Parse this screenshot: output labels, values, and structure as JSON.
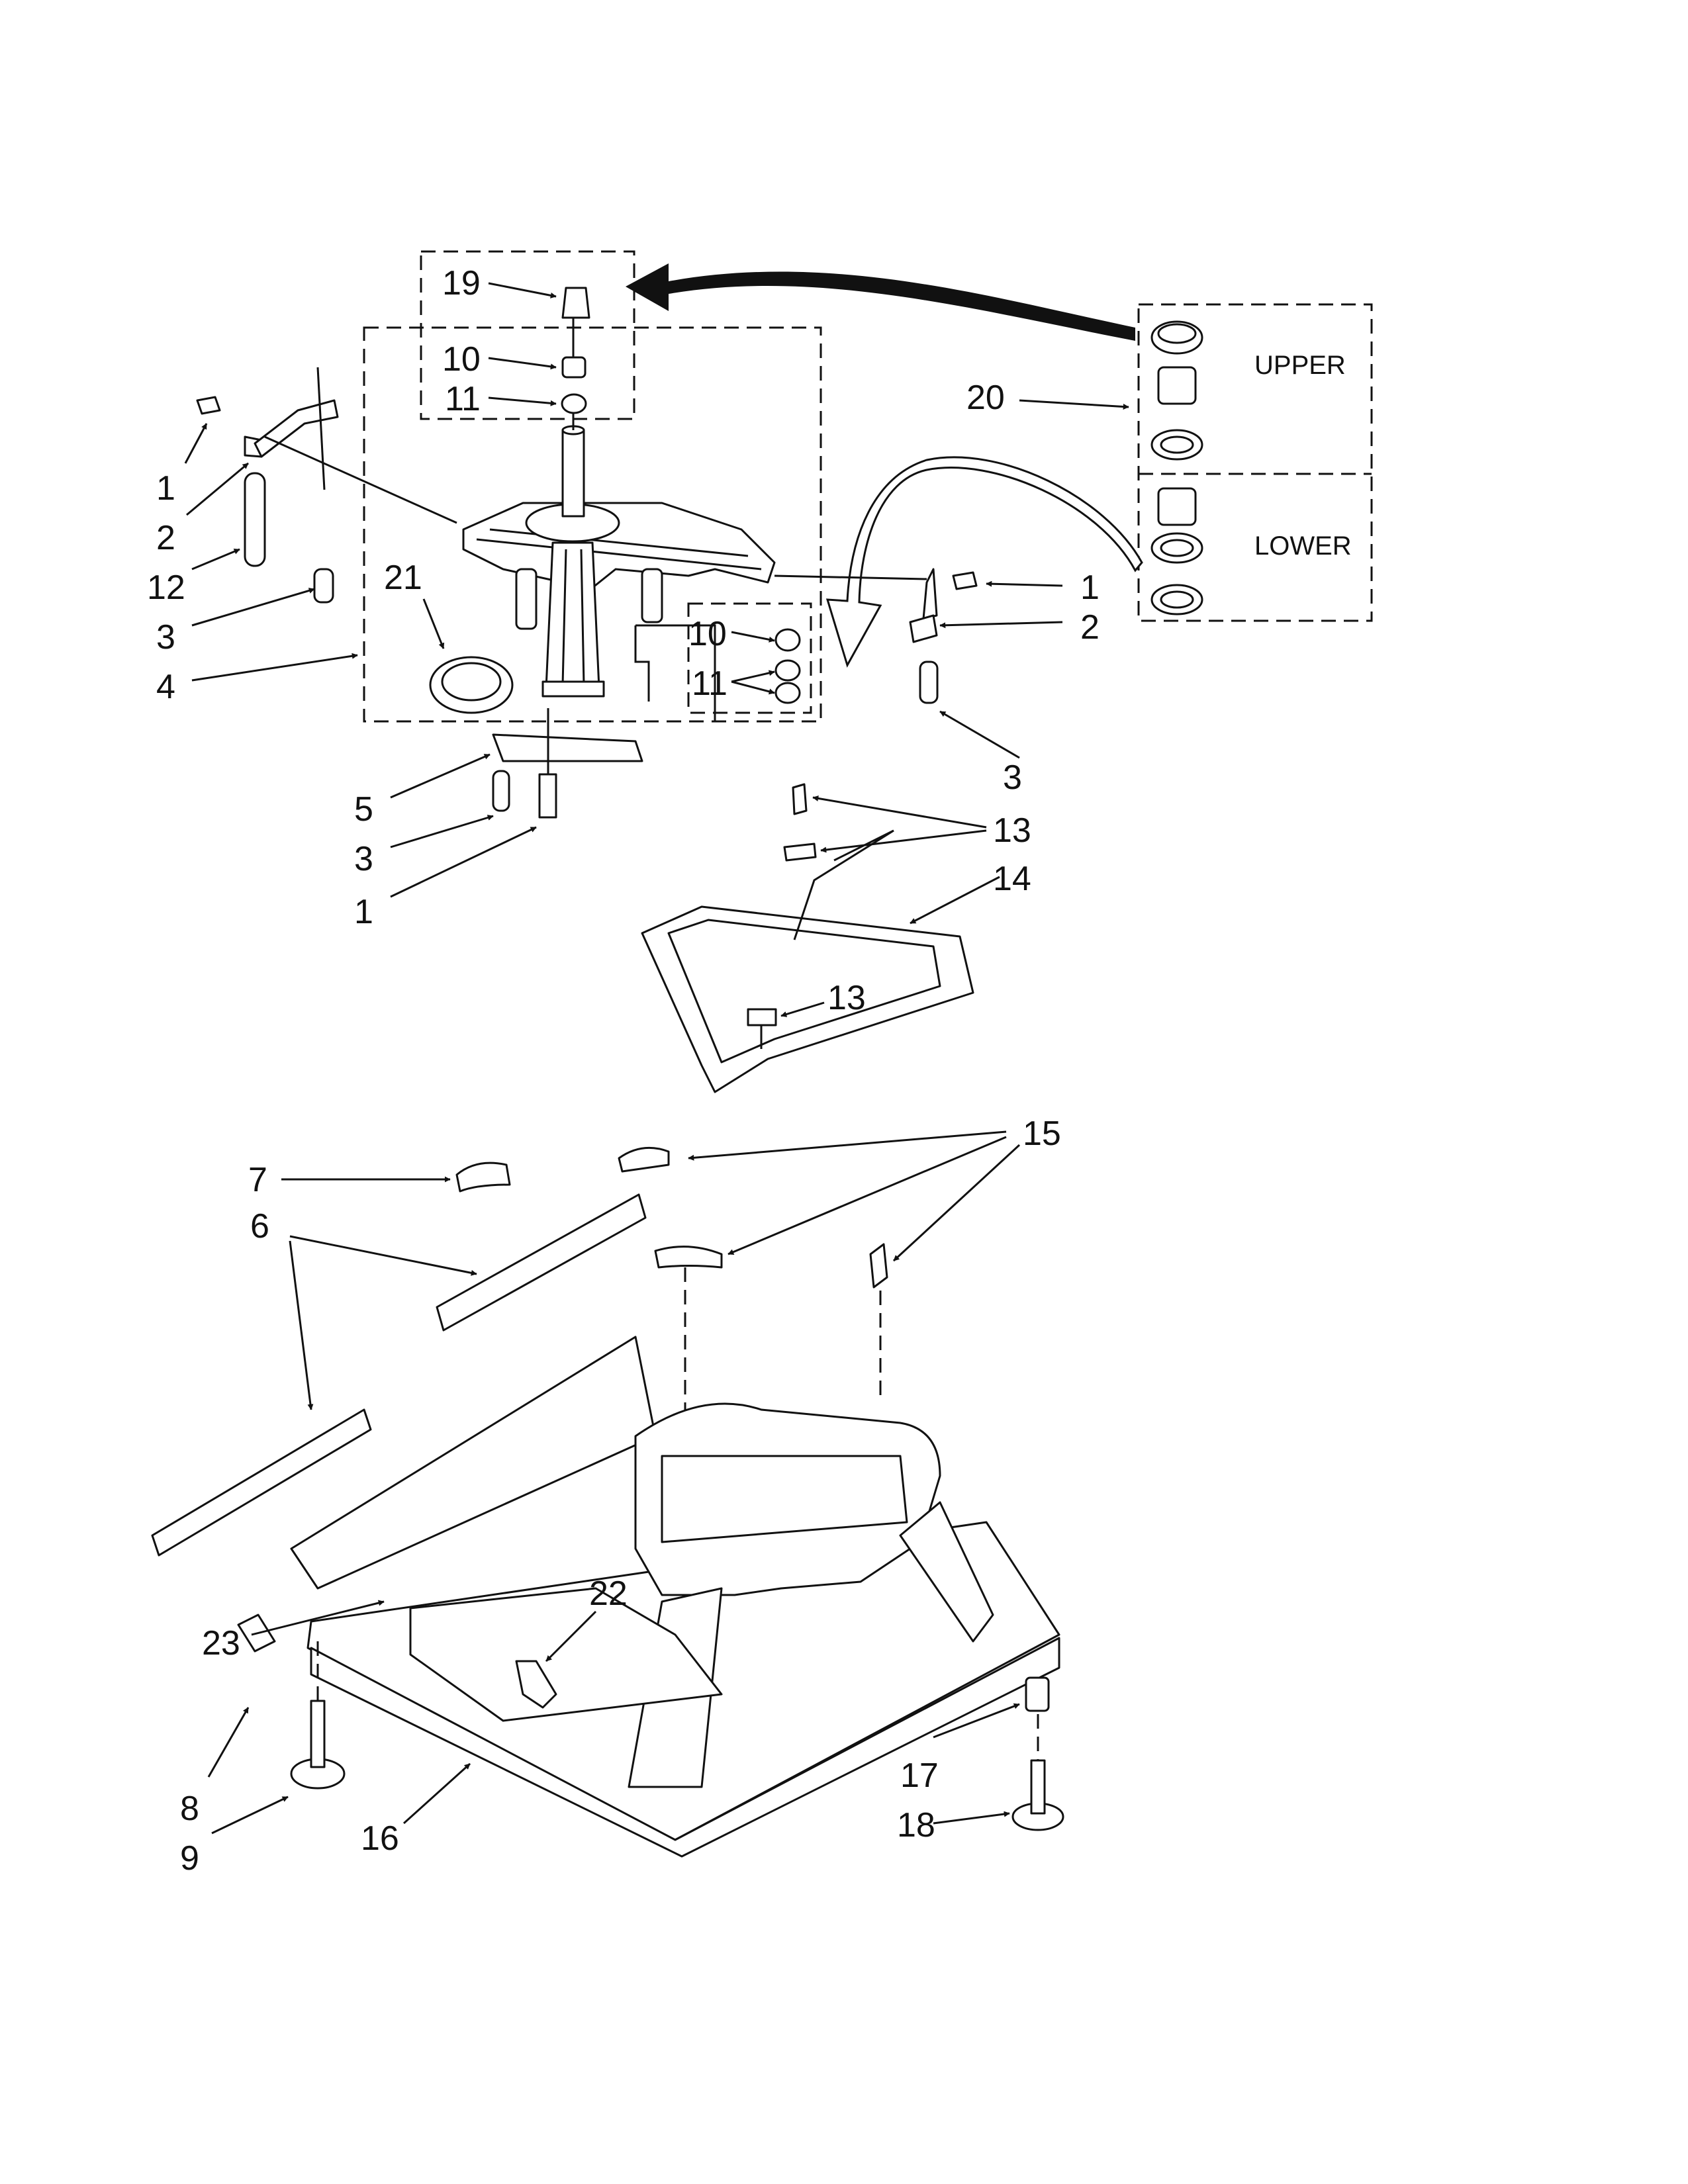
{
  "callouts": {
    "n1a": "1",
    "n2a": "2",
    "n12": "12",
    "n3a": "3",
    "n4": "4",
    "n19": "19",
    "n10a": "10",
    "n11a": "11",
    "n21": "21",
    "n5": "5",
    "n3b": "3",
    "n1b": "1",
    "n1c": "1",
    "n2c": "2",
    "n10b": "10",
    "n11b": "11",
    "n3c": "3",
    "n20": "20",
    "n13a": "13",
    "n14": "14",
    "n13b": "13",
    "n7": "7",
    "n6": "6",
    "n15": "15",
    "n23": "23",
    "n22": "22",
    "n8": "8",
    "n9": "9",
    "n16": "16",
    "n17": "17",
    "n18": "18"
  },
  "kit_labels": {
    "upper": "UPPER",
    "lower": "LOWER"
  },
  "colors": {
    "ink": "#111111",
    "fill_gray": "#b7b7b7",
    "paper": "#ffffff"
  }
}
